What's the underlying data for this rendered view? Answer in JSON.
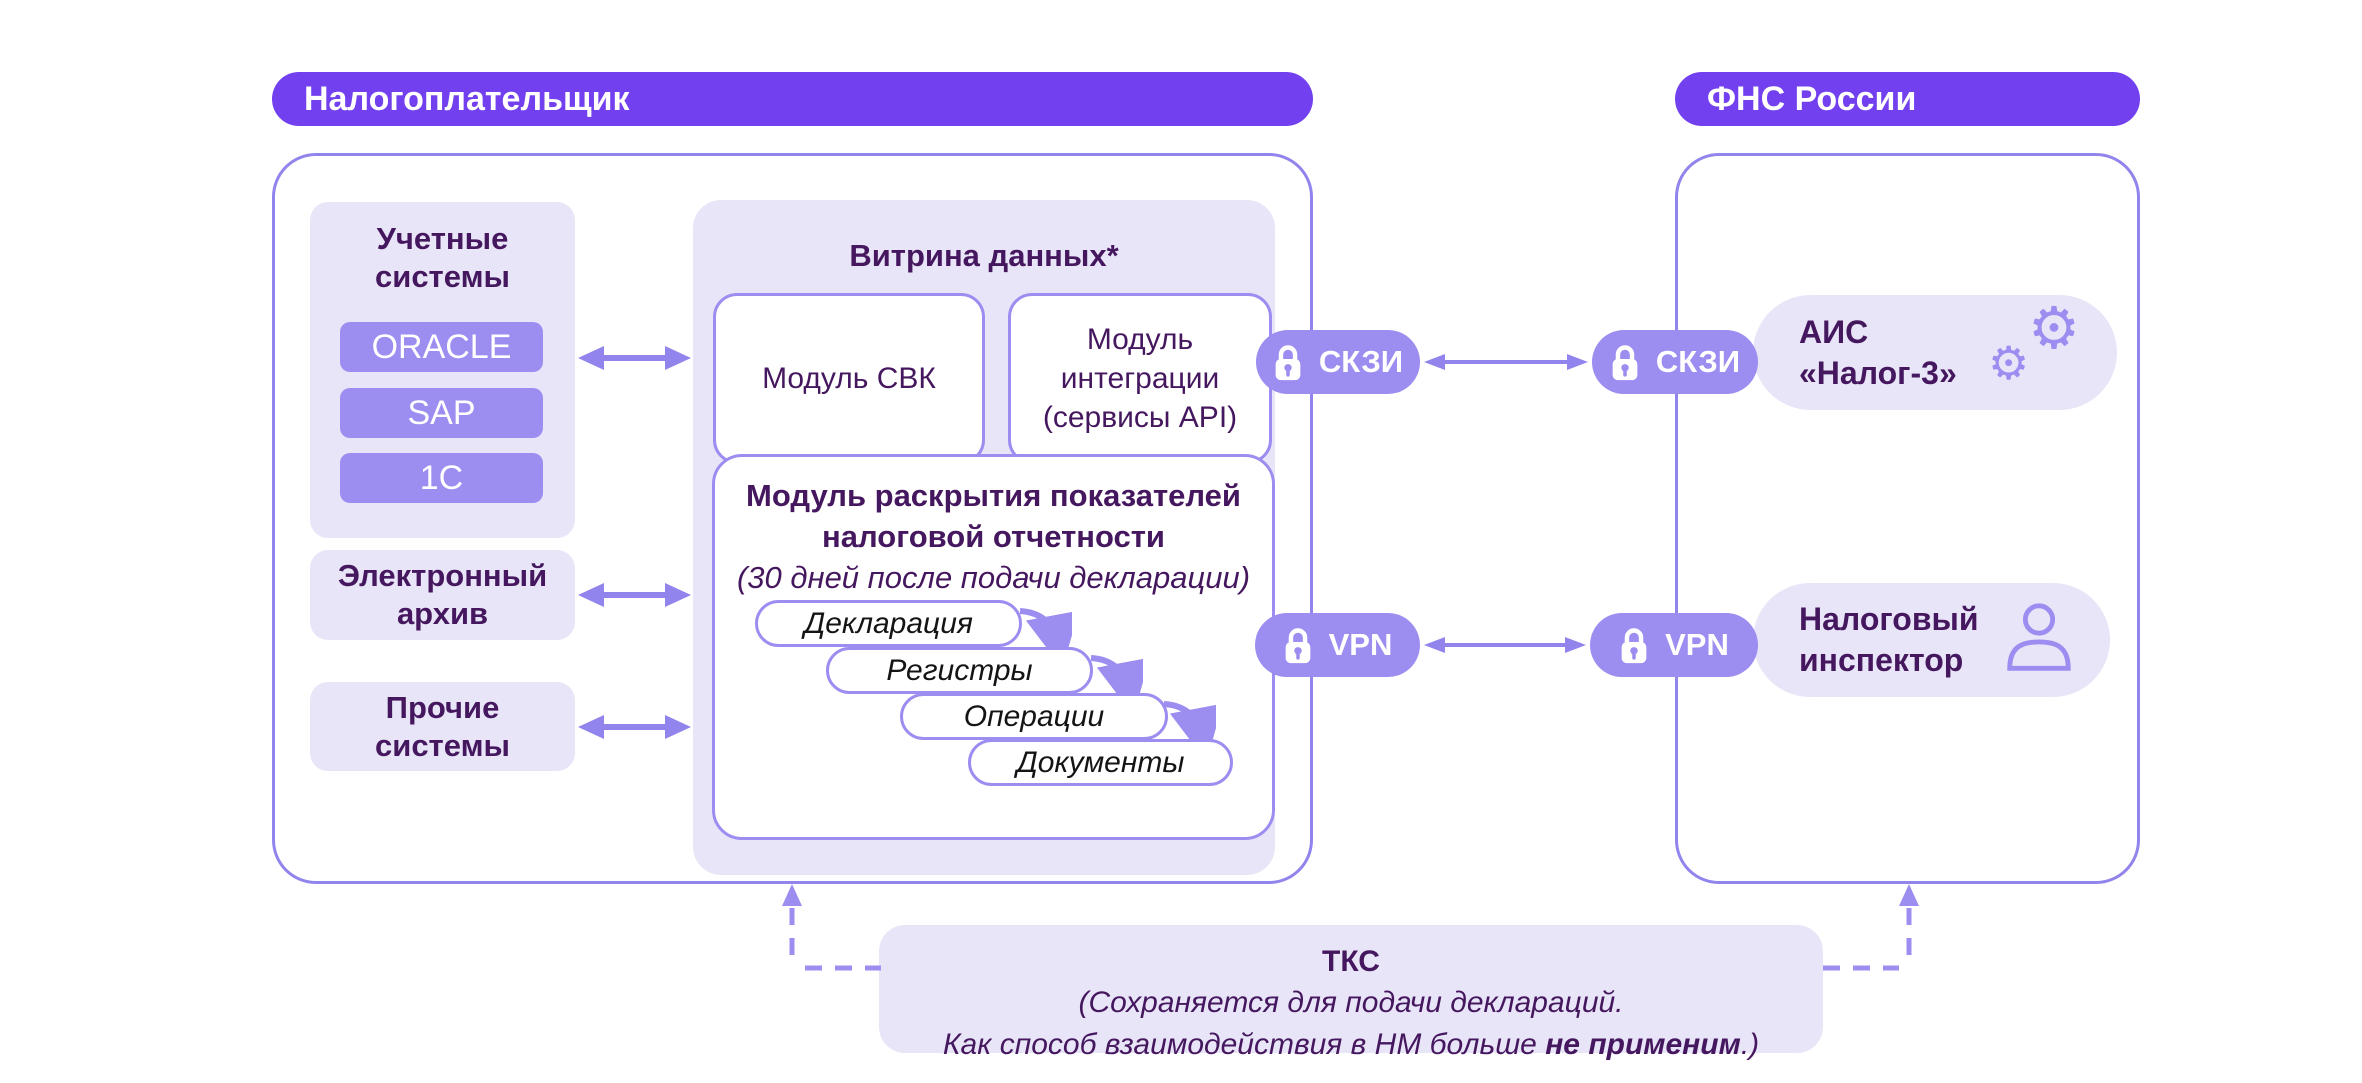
{
  "colors": {
    "header_purple": "#7240EE",
    "badge_purple": "#9C8DF0",
    "panel_lavender": "#E9E5F8",
    "border_purple": "#9184EC",
    "text_plum": "#45175E"
  },
  "taxpayer": {
    "header": "Налогоплательщик",
    "accounting_systems": {
      "title_line1": "Учетные",
      "title_line2": "системы",
      "items": [
        "ORACLE",
        "SAP",
        "1C"
      ]
    },
    "electronic_archive": {
      "line1": "Электронный",
      "line2": "архив"
    },
    "other_systems": {
      "line1": "Прочие",
      "line2": "системы"
    },
    "data_mart": {
      "title": "Витрина данных*",
      "svk_module": "Модуль СВК",
      "integration_module": {
        "line1": "Модуль",
        "line2": "интеграции",
        "line3": "(сервисы API)"
      },
      "disclosure_module": {
        "title_line1": "Модуль раскрытия показателей",
        "title_line2": "налоговой отчетности",
        "subtitle": "(30 дней после подачи декларации)",
        "cascade": [
          "Декларация",
          "Регистры",
          "Операции",
          "Документы"
        ]
      }
    }
  },
  "fns": {
    "header": "ФНС России",
    "ais": {
      "line1": "АИС",
      "line2": "«Налог-3»"
    },
    "inspector": {
      "line1": "Налоговый",
      "line2": "инспектор"
    }
  },
  "channels": {
    "skzi_left": "СКЗИ",
    "skzi_right": "СКЗИ",
    "vpn_left": "VPN",
    "vpn_right": "VPN"
  },
  "tks": {
    "title": "ТКС",
    "line2": "(Сохраняется для подачи деклараций.",
    "line3_prefix": "Как способ взаимодействия в НМ больше ",
    "line3_bold": "не применим",
    "line3_suffix": ".)"
  }
}
